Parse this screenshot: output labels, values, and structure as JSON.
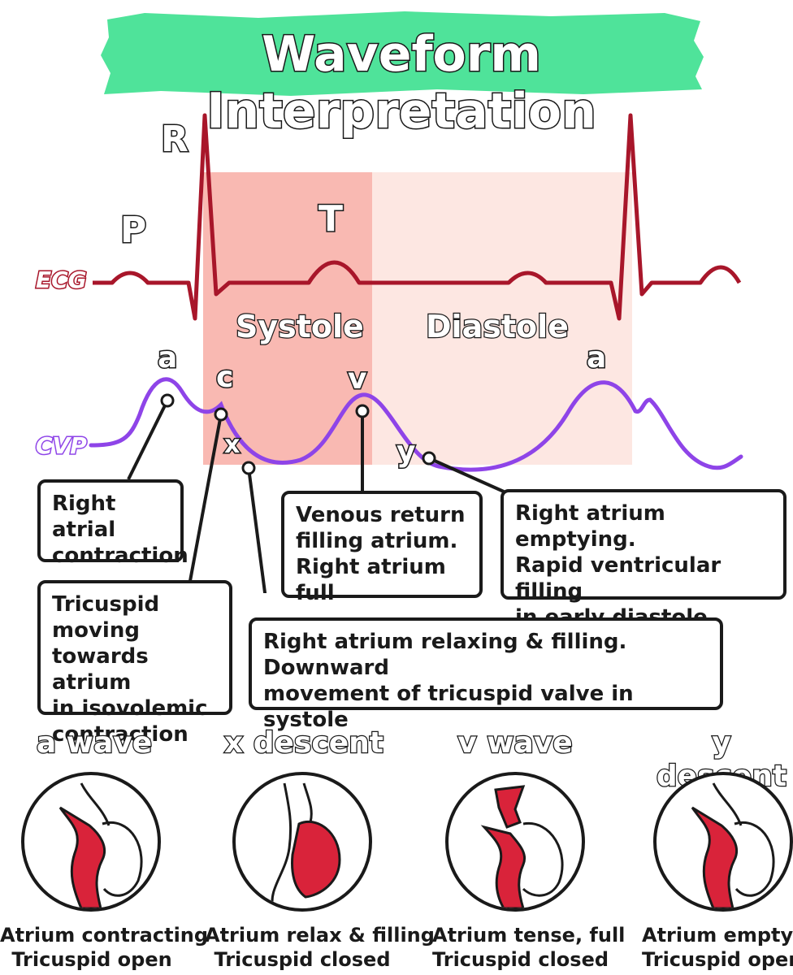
{
  "title": "Waveform Interpretation",
  "colors": {
    "banner": "#4fe39a",
    "ecg": "#a8162a",
    "cvp": "#8e44e8",
    "systole": "#f9b9b2",
    "diastole": "#fde7e2",
    "heart": "#d9233a"
  },
  "ecg_labels": {
    "p": "P",
    "r": "R",
    "t": "T",
    "row": "ECG"
  },
  "phases": {
    "systole": "Systole",
    "diastole": "Diastole"
  },
  "cvp_labels": {
    "a1": "a",
    "c": "c",
    "v": "v",
    "a2": "a",
    "x": "x",
    "y": "y",
    "row": "CVP"
  },
  "boxes": {
    "a_wave": [
      "Right atrial",
      "contraction"
    ],
    "c_wave": [
      "Tricuspid moving",
      "towards atrium",
      "in isovolemic",
      "contraction"
    ],
    "v_wave": [
      "Venous return",
      "filling atrium.",
      "Right atrium full"
    ],
    "y_descent": [
      "Right atrium emptying.",
      "Rapid ventricular filling",
      "in early diastole"
    ],
    "x_descent": [
      "Right atrium relaxing & filling. Downward",
      "movement of tricuspid valve in systole"
    ]
  },
  "panels": [
    {
      "name": "a wave",
      "caption": [
        "Atrium contracting",
        "Tricuspid open"
      ]
    },
    {
      "name": "x descent",
      "caption": [
        "Atrium relax & filling",
        "Tricuspid closed"
      ]
    },
    {
      "name": "v wave",
      "caption": [
        "Atrium tense, full",
        "Tricuspid closed"
      ]
    },
    {
      "name": "y descent",
      "caption": [
        "Atrium emptying",
        "Tricuspid open"
      ]
    }
  ]
}
